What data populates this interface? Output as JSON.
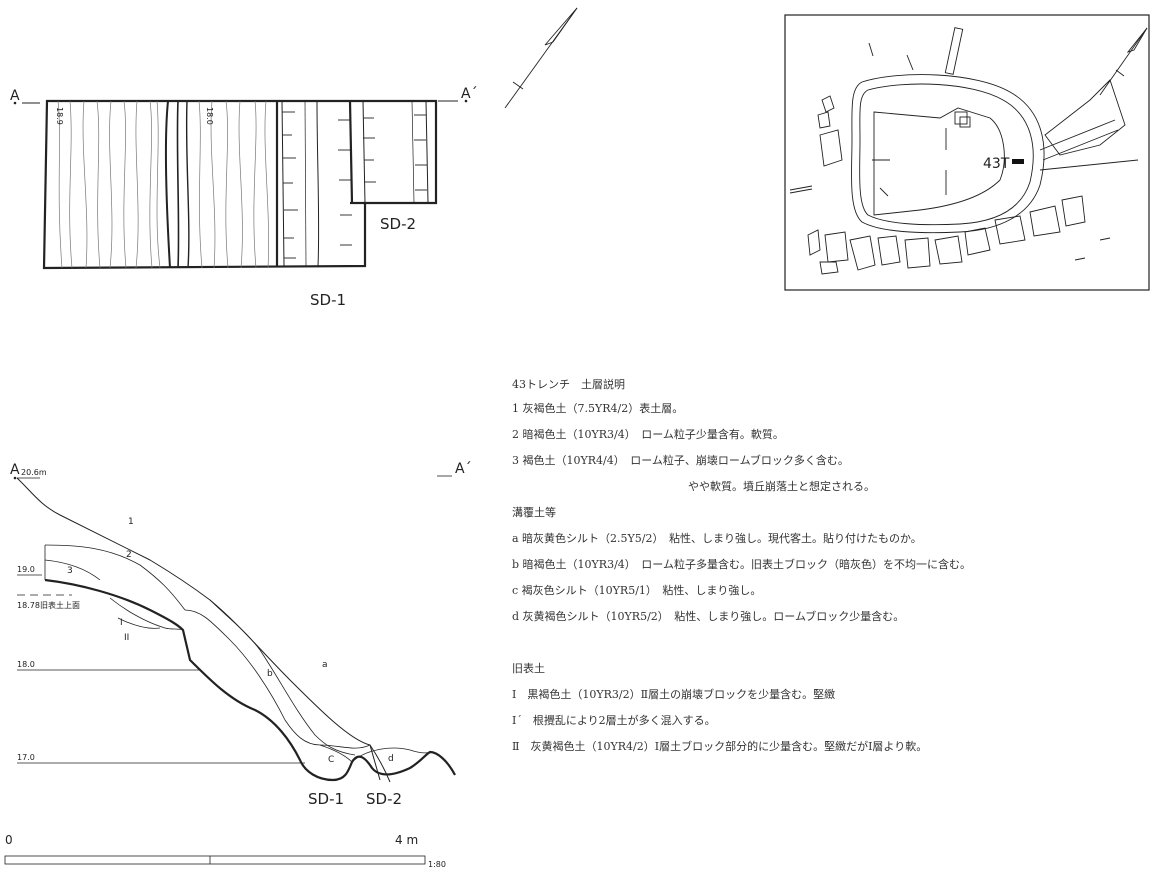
{
  "plan": {
    "left_marker": "A",
    "right_marker": "A´",
    "elev_1": "18.9",
    "elev_2": "18.0",
    "ditch_1": "SD-1",
    "ditch_2": "SD-2"
  },
  "keymap": {
    "trench_label": "43T"
  },
  "section": {
    "left_marker": "A",
    "right_marker": "A´",
    "top_elev": "20.6m",
    "elev_190": "19.0",
    "elev_1878": "18.78",
    "old_surface": "旧表土上面",
    "elev_180": "18.0",
    "elev_170": "17.0",
    "layers": [
      "1",
      "2",
      "3",
      "a",
      "b",
      "C",
      "d",
      "I",
      "II"
    ],
    "ditch_1": "SD-1",
    "ditch_2": "SD-2"
  },
  "scale": {
    "zero": "0",
    "end": "4 m",
    "ratio": "1:80"
  },
  "legend": {
    "title": "43トレンチ　土層説明",
    "items": [
      "1 灰褐色土（7.5YR4/2）表土層。",
      "2 暗褐色土（10YR3/4）　ローム粒子少量含有。軟質。",
      "3 褐色土（10YR4/4）　ローム粒子、崩壊ロームブロック多く含む。",
      "やや軟質。墳丘崩落土と想定される。",
      "溝覆土等",
      "a 暗灰黄色シルト（2.5Y5/2）　粘性、しまり強し。現代客土。貼り付けたものか。",
      "b 暗褐色土（10YR3/4）　ローム粒子多量含む。旧表土ブロック（暗灰色）を不均一に含む。",
      "c 褐灰色シルト（10YR5/1）　粘性、しまり強し。",
      "d 灰黄褐色シルト（10YR5/2）　粘性、しまり強し。ロームブロック少量含む。",
      "旧表土",
      "I　黒褐色土（10YR3/2）Ⅱ層土の崩壊ブロックを少量含む。堅緻",
      "I´　根攪乱により2層土が多く混入する。",
      "Ⅱ　灰黄褐色土（10YR4/2）Ⅰ層土ブロック部分的に少量含む。堅緻だがⅠ層より軟。"
    ]
  }
}
